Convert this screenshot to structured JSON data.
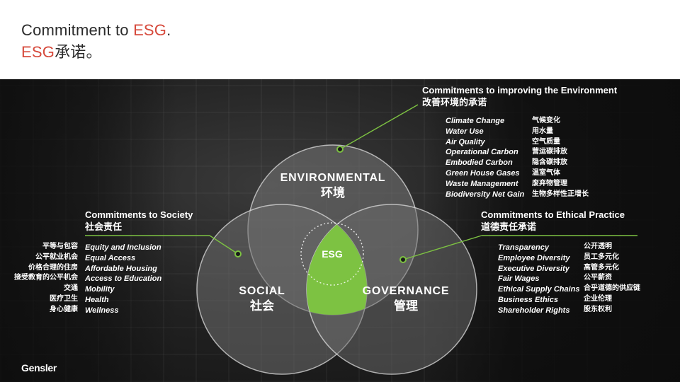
{
  "title": {
    "line1_prefix": "Commitment to ",
    "line1_accent": "ESG",
    "line1_suffix": ".",
    "line2_accent": "ESG",
    "line2_suffix": "承诺。"
  },
  "colors": {
    "accent_red": "#d6493b",
    "accent_green": "#7dc242",
    "panel_dark": "#1a1a1a",
    "circle_fill": "#707070"
  },
  "circles": {
    "environmental": {
      "en": "ENVIRONMENTAL",
      "zh": "环境"
    },
    "social": {
      "en": "SOCIAL",
      "zh": "社会"
    },
    "governance": {
      "en": "GOVERNANCE",
      "zh": "管理"
    },
    "center": "ESG"
  },
  "environment": {
    "title_en": "Commitments to improving the Environment",
    "title_zh": "改善环境的承诺",
    "items_en": [
      "Climate Change",
      "Water Use",
      "Air Quality",
      "Operational Carbon",
      "Embodied Carbon",
      "Green House Gases",
      "Waste Management",
      "Biodiversity Net Gain"
    ],
    "items_zh": [
      "气候变化",
      "用水量",
      "空气质量",
      "营运碳排放",
      "隐含碳排放",
      "温室气体",
      "废弃物管理",
      "生物多样性正增长"
    ]
  },
  "society": {
    "title_en": "Commitments to Society",
    "title_zh": "社会责任",
    "items_en": [
      "Equity and Inclusion",
      "Equal Access",
      "Affordable Housing",
      "Access to Education",
      "Mobility",
      "Health",
      "Wellness"
    ],
    "items_zh": [
      "平等与包容",
      "公平就业机会",
      "价格合理的住房",
      "接受教育的公平机会",
      "交通",
      "医疗卫生",
      "身心健康"
    ]
  },
  "ethical": {
    "title_en": "Commitments to Ethical Practice",
    "title_zh": "道德责任承诺",
    "items_en": [
      "Transparency",
      "Employee Diversity",
      "Executive Diversity",
      "Fair Wages",
      "Ethical Supply Chains",
      "Business Ethics",
      "Shareholder Rights"
    ],
    "items_zh": [
      "公开透明",
      "员工多元化",
      "高管多元化",
      "公平薪资",
      "合乎道德的供应链",
      "企业伦理",
      "股东权利"
    ]
  },
  "brand": "Gensler"
}
